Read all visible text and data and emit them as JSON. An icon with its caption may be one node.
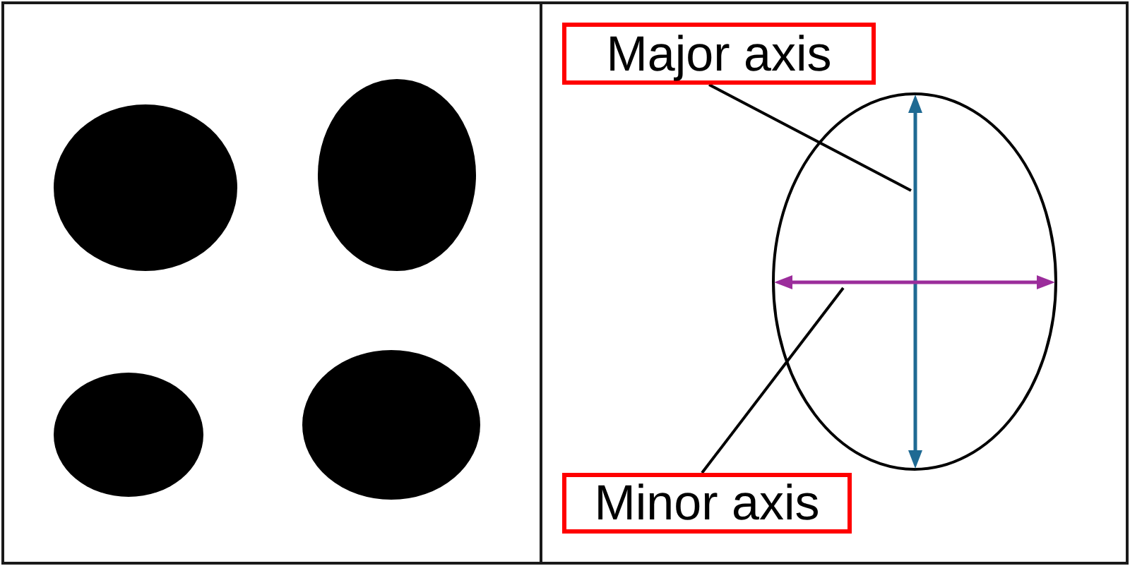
{
  "diagram": {
    "nodes": [
      {
        "text": [
          "Major axis"
        ]
      },
      {
        "text": [
          "Minor axis"
        ]
      }
    ],
    "edges": [
      {
        "from": 0,
        "to": null,
        "arrow": "none"
      },
      {
        "from": 1,
        "to": null,
        "arrow": "none"
      }
    ]
  }
}
